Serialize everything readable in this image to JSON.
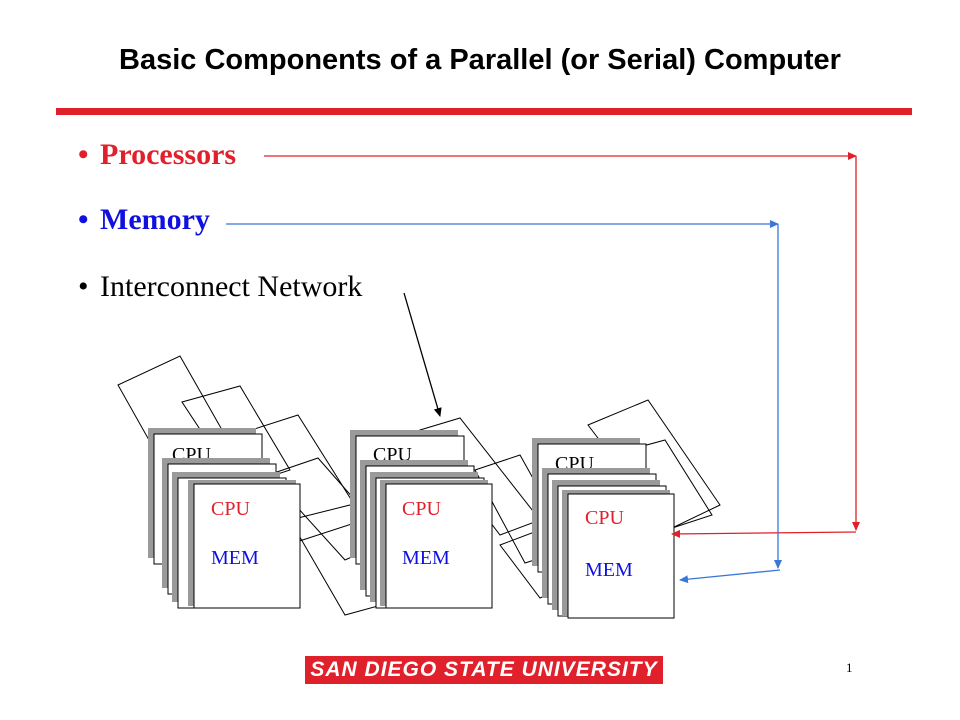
{
  "title": "Basic Components of a Parallel (or Serial) Computer",
  "bullets": [
    {
      "text": "Processors",
      "color": "#e0202a"
    },
    {
      "text": "Memory",
      "color": "#1010e0"
    },
    {
      "text": "Interconnect Network",
      "color": "#000000"
    }
  ],
  "cards": {
    "cpu_label": "CPU",
    "mem_label": "MEM"
  },
  "colors": {
    "accent_red": "#e0202a",
    "accent_blue": "#3a78d8",
    "card_shadow": "#9a9a9a"
  },
  "footer": {
    "logo_text": "SAN DIEGO STATE UNIVERSITY",
    "page_number": "1"
  }
}
